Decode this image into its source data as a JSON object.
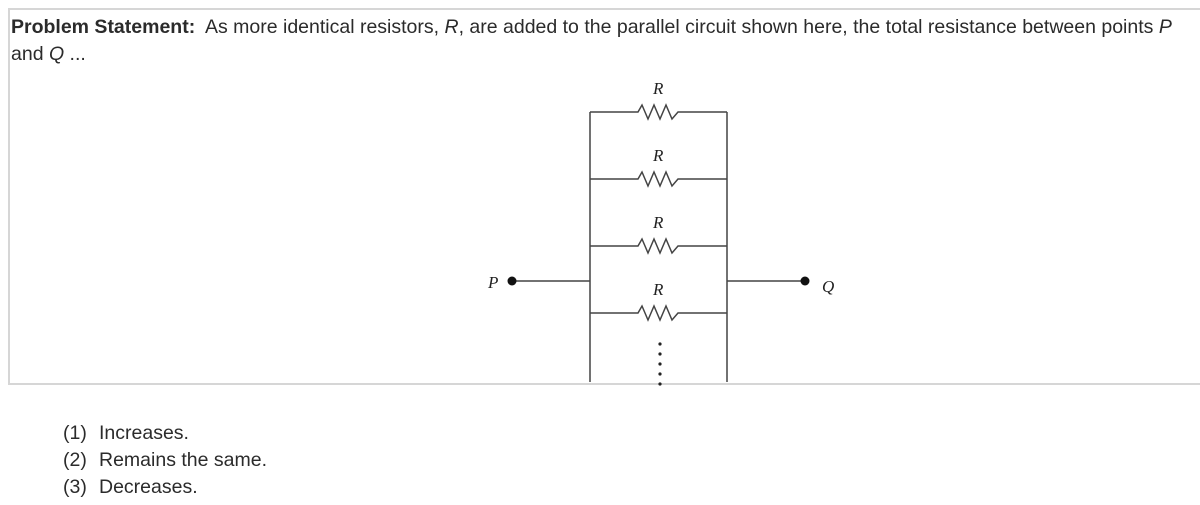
{
  "problem": {
    "label": "Problem Statement:",
    "text_parts": {
      "p1": "As more identical resistors, ",
      "r": "R",
      "p2": ", are added to the parallel circuit shown here, the total resistance between points ",
      "p": "P",
      "p3": " and ",
      "q": "Q",
      "p4": " ..."
    }
  },
  "circuit": {
    "resistor_label": "R",
    "resistor_labels": [
      "R",
      "R",
      "R",
      "R"
    ],
    "point_left": "P",
    "point_right": "Q",
    "continuation": "⋮"
  },
  "choices": [
    {
      "num": "(1)",
      "text": "Increases."
    },
    {
      "num": "(2)",
      "text": "Remains the same."
    },
    {
      "num": "(3)",
      "text": "Decreases."
    }
  ]
}
